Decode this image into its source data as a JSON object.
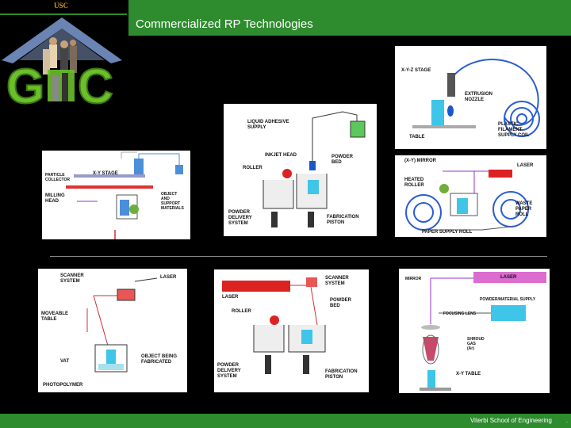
{
  "header": {
    "tag": "USC",
    "title": "Commercialized RP Technologies"
  },
  "footer": {
    "label": "Viterbi School of Engineering",
    "page": "."
  },
  "colors": {
    "header_green": "#2e8b2e",
    "logo_green": "#6bbf2a",
    "tag_gold": "#d4a21a"
  },
  "panels": {
    "milling": {
      "labels": [
        "PARTICLE\nCOLLECTOR",
        "X-Y STAGE",
        "MILLING\nHEAD",
        "OBJECT\nAND\nSUPPORT\nMATERIALS"
      ]
    },
    "inkjet": {
      "labels": [
        "LIQUID ADHESIVE\nSUPPLY",
        "INKJET HEAD",
        "POWDER\nBED",
        "ROLLER",
        "POWDER\nDELIVERY\nSYSTEM",
        "FABRICATION\nPISTON"
      ]
    },
    "fdm": {
      "labels": [
        "X-Y-Z STAGE",
        "EXTRUSION\nNOZZLE",
        "TABLE",
        "PLASTIC\nFILAMENT\nSUPPLY COIL"
      ]
    },
    "lom": {
      "labels": [
        "(X-Y) MIRROR",
        "LASER",
        "HEATED\nROLLER",
        "WASTE\nPAPER\nROLL",
        "PAPER SUPPLY ROLL"
      ]
    },
    "sla": {
      "labels": [
        "SCANNER\nSYSTEM",
        "LASER",
        "MOVEABLE\nTABLE",
        "VAT",
        "OBJECT BEING\nFABRICATED",
        "PHOTOPOLYMER"
      ]
    },
    "sls": {
      "labels": [
        "SCANNER\nSYSTEM",
        "LASER",
        "POWDER\nBED",
        "ROLLER",
        "POWDER\nDELIVERY\nSYSTEM",
        "FABRICATION\nPISTON"
      ]
    },
    "lens": {
      "labels": [
        "MIRROR",
        "LASER",
        "POWDER/MATERIAL SUPPLY",
        "FOCUSING LENS",
        "SHROUD\nGAS\n(Ar)",
        "X-Y TABLE"
      ]
    }
  }
}
